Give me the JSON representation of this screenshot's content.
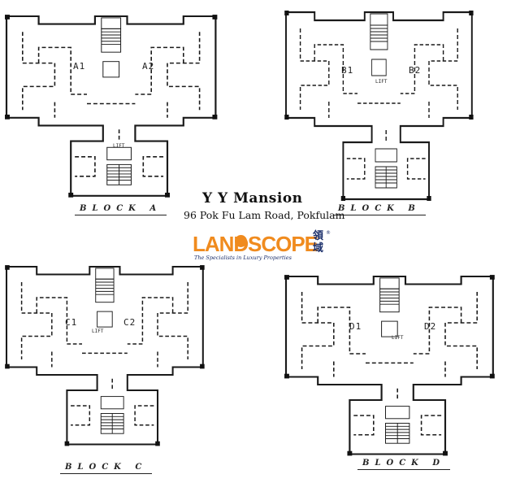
{
  "title": "Y Y Mansion",
  "address": "96 Pok Fu Lam Road, Pokfulam",
  "logo": {
    "name_left": "LAND",
    "name_right": "SCOPE",
    "cjk": "領域",
    "registered": "®",
    "tagline": "The Specialists in Luxury Properties",
    "brand_color": "#f08b1e",
    "navy_color": "#1b2f6b"
  },
  "blocks": [
    {
      "label": "BLOCK A",
      "units": [
        "A1",
        "A2"
      ],
      "lift_label": "LIFT"
    },
    {
      "label": "BLOCK B",
      "units": [
        "B1",
        "B2"
      ],
      "lift_label": "LIFT"
    },
    {
      "label": "BLOCK C",
      "units": [
        "C1",
        "C2"
      ],
      "lift_label": "LIFT"
    },
    {
      "label": "BLOCK D",
      "units": [
        "D1",
        "D2"
      ],
      "lift_label": "LIFT"
    }
  ]
}
